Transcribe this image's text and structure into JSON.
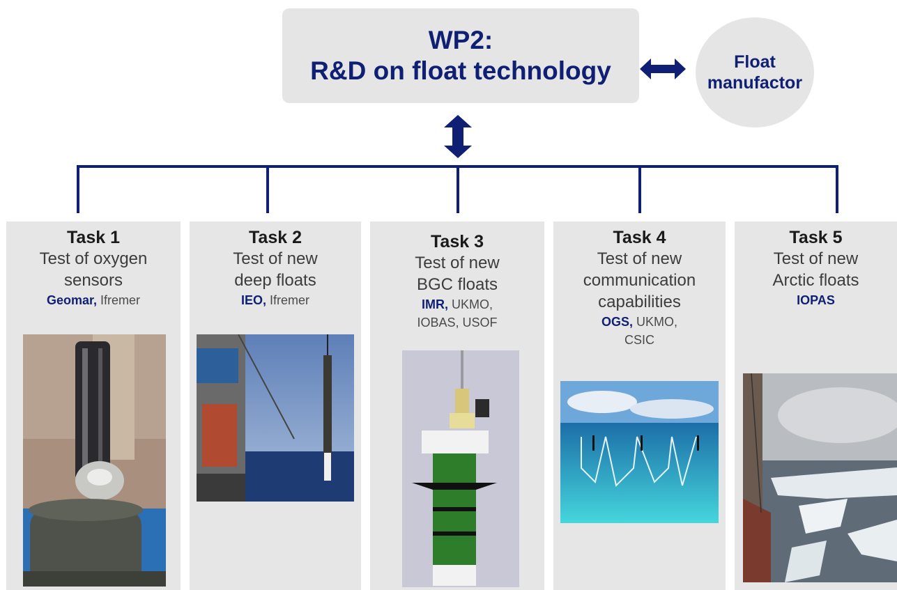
{
  "wp": {
    "line1": "WP2:",
    "line2": "R&D on float technology"
  },
  "manufacturer": {
    "line1": "Float",
    "line2": "manufactor"
  },
  "tasks": [
    {
      "title": "Task 1",
      "desc": [
        "Test of oxygen",
        "sensors"
      ],
      "org_lead": "Geomar,",
      "org_rest": " Ifremer",
      "org_line2": ""
    },
    {
      "title": "Task 2",
      "desc": [
        "Test of new",
        "deep floats"
      ],
      "org_lead": "IEO,",
      "org_rest": " Ifremer",
      "org_line2": ""
    },
    {
      "title": "Task 3",
      "desc": [
        "Test of new",
        "BGC floats"
      ],
      "org_lead": "IMR,",
      "org_rest": " UKMO,",
      "org_line2": "IOBAS,  USOF"
    },
    {
      "title": "Task 4",
      "desc": [
        "Test of new",
        "communication",
        "capabilities"
      ],
      "org_lead": "OGS,",
      "org_rest": " UKMO,",
      "org_line2": "CSIC"
    },
    {
      "title": "Task 5",
      "desc": [
        "Test of new",
        "Arctic floats"
      ],
      "org_lead": "IOPAS",
      "org_rest": "",
      "org_line2": ""
    }
  ],
  "colors": {
    "accent": "#0f1f73",
    "box": "#e5e5e5",
    "panel": "#e6e6e6"
  }
}
